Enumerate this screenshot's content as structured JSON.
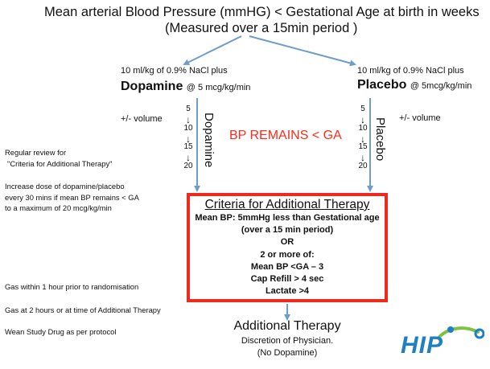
{
  "title": {
    "line1": "Mean arterial Blood Pressure (mmHG) < Gestational Age at birth in weeks",
    "line2": "(Measured over a 15min period )"
  },
  "dopamine_arm": {
    "fluid": "10 ml/kg of 0.9% NaCl plus",
    "drug": "Dopamine",
    "dose": "@ 5 mcg/kg/min",
    "volume": "+/- volume",
    "vertical_label": "Dopamine",
    "steps": [
      "5",
      "10",
      "15",
      "20"
    ]
  },
  "placebo_arm": {
    "fluid": "10 ml/kg of 0.9% NaCl plus",
    "drug": "Placebo",
    "dose": "@ 5mcg/kg/min",
    "volume": "+/- volume",
    "vertical_label": "Placebo",
    "steps": [
      "5",
      "10",
      "15",
      "20"
    ]
  },
  "bp_remains": "BP REMAINS < GA",
  "left_notes": {
    "review_1": "Regular review  for",
    "review_2": "\"Criteria for Additional Therapy\"",
    "increase_1": "Increase dose of dopamine/placebo",
    "increase_2": "every 30 mins if mean BP remains < GA",
    "increase_3": "to a maximum of 20 mcg/kg/min",
    "gas_1": "Gas within 1 hour prior to randomisation",
    "gas_2": "Gas at 2 hours or at time of Additional Therapy",
    "wean": "Wean Study Drug as per protocol"
  },
  "criteria": {
    "heading": "Criteria for Additional Therapy",
    "lines": [
      "Mean BP: 5mmHg less than Gestational age",
      "(over a  15 min period)",
      "OR",
      "2 or more of:",
      "Mean BP <GA – 3",
      "Cap Refill > 4 sec",
      "Lactate >4"
    ]
  },
  "outcome": {
    "title": "Additional Therapy",
    "line1": "Discretion of Physician.",
    "line2": "(No Dopamine)"
  },
  "logo": {
    "text": "HIP"
  },
  "colors": {
    "arrow": "#6e9ccb",
    "box_border": "#ee2a1f",
    "red_text": "#ff2a1a",
    "logo_blue": "#1f7fc4",
    "logo_green": "#7dc242"
  }
}
